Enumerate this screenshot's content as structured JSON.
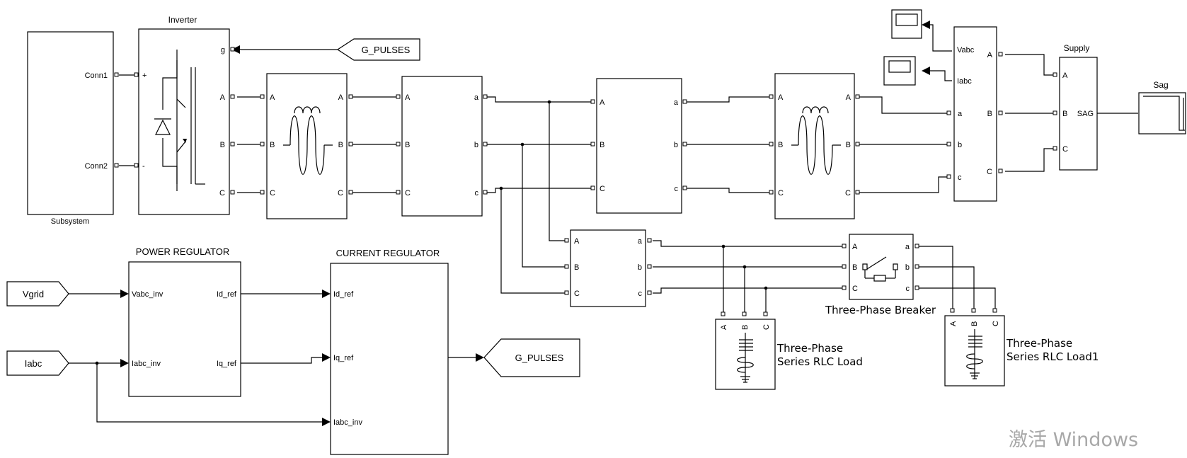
{
  "blocks": {
    "subsystem": {
      "name": "Subsystem",
      "ports": [
        "Conn1",
        "Conn2"
      ]
    },
    "inverter": {
      "name": "Inverter",
      "in_ports": [
        "+",
        "-"
      ],
      "out_ports": [
        "g",
        "A",
        "B",
        "C"
      ]
    },
    "g_pulses_from": {
      "tag": "G_PULSES"
    },
    "inductor1": {
      "ports": [
        "A",
        "B",
        "C"
      ]
    },
    "transformer1": {
      "in_ports": [
        "A",
        "B",
        "C"
      ],
      "out_ports": [
        "a",
        "b",
        "c"
      ]
    },
    "transformer2": {
      "in_ports": [
        "A",
        "B",
        "C"
      ],
      "out_ports": [
        "a",
        "b",
        "c"
      ]
    },
    "inductor2": {
      "ports": [
        "A",
        "B",
        "C"
      ]
    },
    "measurement": {
      "in_ports": [
        "a",
        "b",
        "c"
      ],
      "out_ports": [
        "Vabc",
        "Iabc",
        "A",
        "B",
        "C"
      ]
    },
    "supply": {
      "name": "Supply",
      "ports": [
        "A",
        "B",
        "C",
        "SAG"
      ]
    },
    "sag": {
      "name": "Sag"
    },
    "transformer3": {
      "in_ports": [
        "A",
        "B",
        "C"
      ],
      "out_ports": [
        "a",
        "b",
        "c"
      ]
    },
    "breaker": {
      "name": "Three-Phase Breaker",
      "in_ports": [
        "A",
        "B",
        "C"
      ],
      "out_ports": [
        "a",
        "b",
        "c"
      ]
    },
    "load": {
      "name_line1": "Three-Phase",
      "name_line2": "Series RLC Load",
      "ports": [
        "A",
        "B",
        "C"
      ]
    },
    "load1": {
      "name_line1": "Three-Phase",
      "name_line2": "Series RLC Load1",
      "ports": [
        "A",
        "B",
        "C"
      ]
    },
    "power_regulator": {
      "name": "POWER REGULATOR",
      "in_ports": [
        "Vabc_inv",
        "Iabc_inv"
      ],
      "out_ports": [
        "Id_ref",
        "Iq_ref"
      ]
    },
    "current_regulator": {
      "name": "CURRENT REGULATOR",
      "in_ports": [
        "Id_ref",
        "Iq_ref",
        "Iabc_inv"
      ]
    },
    "vgrid": {
      "tag": "Vgrid"
    },
    "iabc": {
      "tag": "Iabc"
    },
    "g_pulses_goto": {
      "tag": "G_PULSES"
    }
  },
  "watermark": {
    "line1": "激活 Windows"
  }
}
